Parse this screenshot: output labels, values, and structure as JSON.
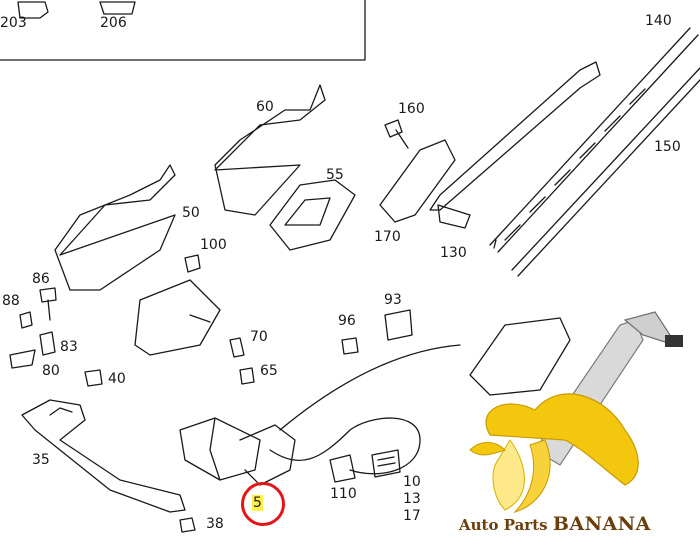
{
  "labels": {
    "p203": "203",
    "p206": "206",
    "p140": "140",
    "p150": "150",
    "p160": "160",
    "p60": "60",
    "p55": "55",
    "p170": "170",
    "p130": "130",
    "p50": "50",
    "p100": "100",
    "p86": "86",
    "p88": "88",
    "p83": "83",
    "p80": "80",
    "p40": "40",
    "p70": "70",
    "p65": "65",
    "p96": "96",
    "p93": "93",
    "p35": "35",
    "p38": "38",
    "p110": "110",
    "p10": "10",
    "p13": "13",
    "p17": "17",
    "p5": "5"
  },
  "highlight": {
    "part": "5",
    "ring_color": "#e3151a",
    "marker_color": "#fff34a"
  },
  "watermark": {
    "line1": "Auto Parts",
    "line2": "BANANA"
  },
  "colors": {
    "line": "#1a1a1a",
    "banana": "#f4c70f",
    "watermark_text": "#6b3f0c"
  }
}
